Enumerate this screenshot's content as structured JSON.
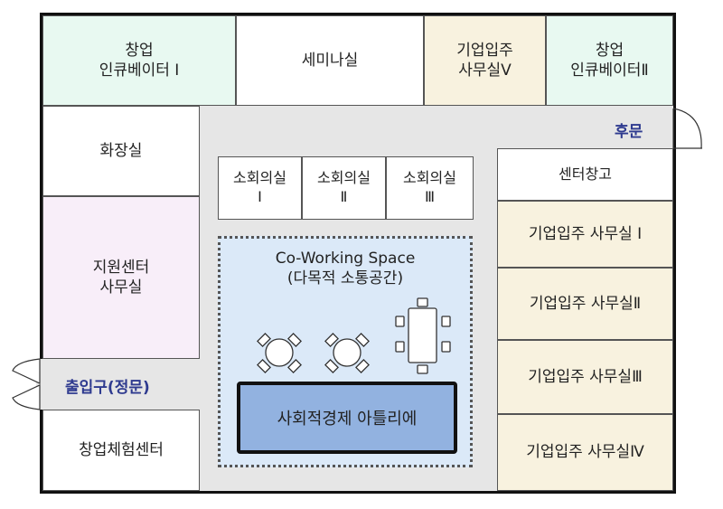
{
  "rooms": {
    "incubator1": "창업\n인큐베이터 Ⅰ",
    "seminar": "세미나실",
    "office5": "기업입주\n사무실Ⅴ",
    "incubator2": "창업\n인큐베이터Ⅱ",
    "restroom": "화장실",
    "support_office": "지원센터\n사무실",
    "experience_center": "창업체험센터",
    "meeting1": "소회의실\nⅠ",
    "meeting2": "소회의실\nⅡ",
    "meeting3": "소회의실\nⅢ",
    "storage": "센터창고",
    "office1": "기업입주 사무실 Ⅰ",
    "office2": "기업입주 사무실Ⅱ",
    "office3": "기업입주 사무실Ⅲ",
    "office4": "기업입주 사무실Ⅳ"
  },
  "labels": {
    "back_door": "후문",
    "main_entrance": "출입구(정문)",
    "cowork_title": "Co-Working Space\n(다목적 소통공간)",
    "atelier": "사회적경제 아틀리에"
  },
  "colors": {
    "incubator": "#e8f9f1",
    "office": "#f8f2df",
    "support": "#f8eef9",
    "corridor": "#e6e6e6",
    "cowork": "#dbe9f8",
    "atelier": "#92b2e0",
    "label": "#2e3a8f"
  }
}
